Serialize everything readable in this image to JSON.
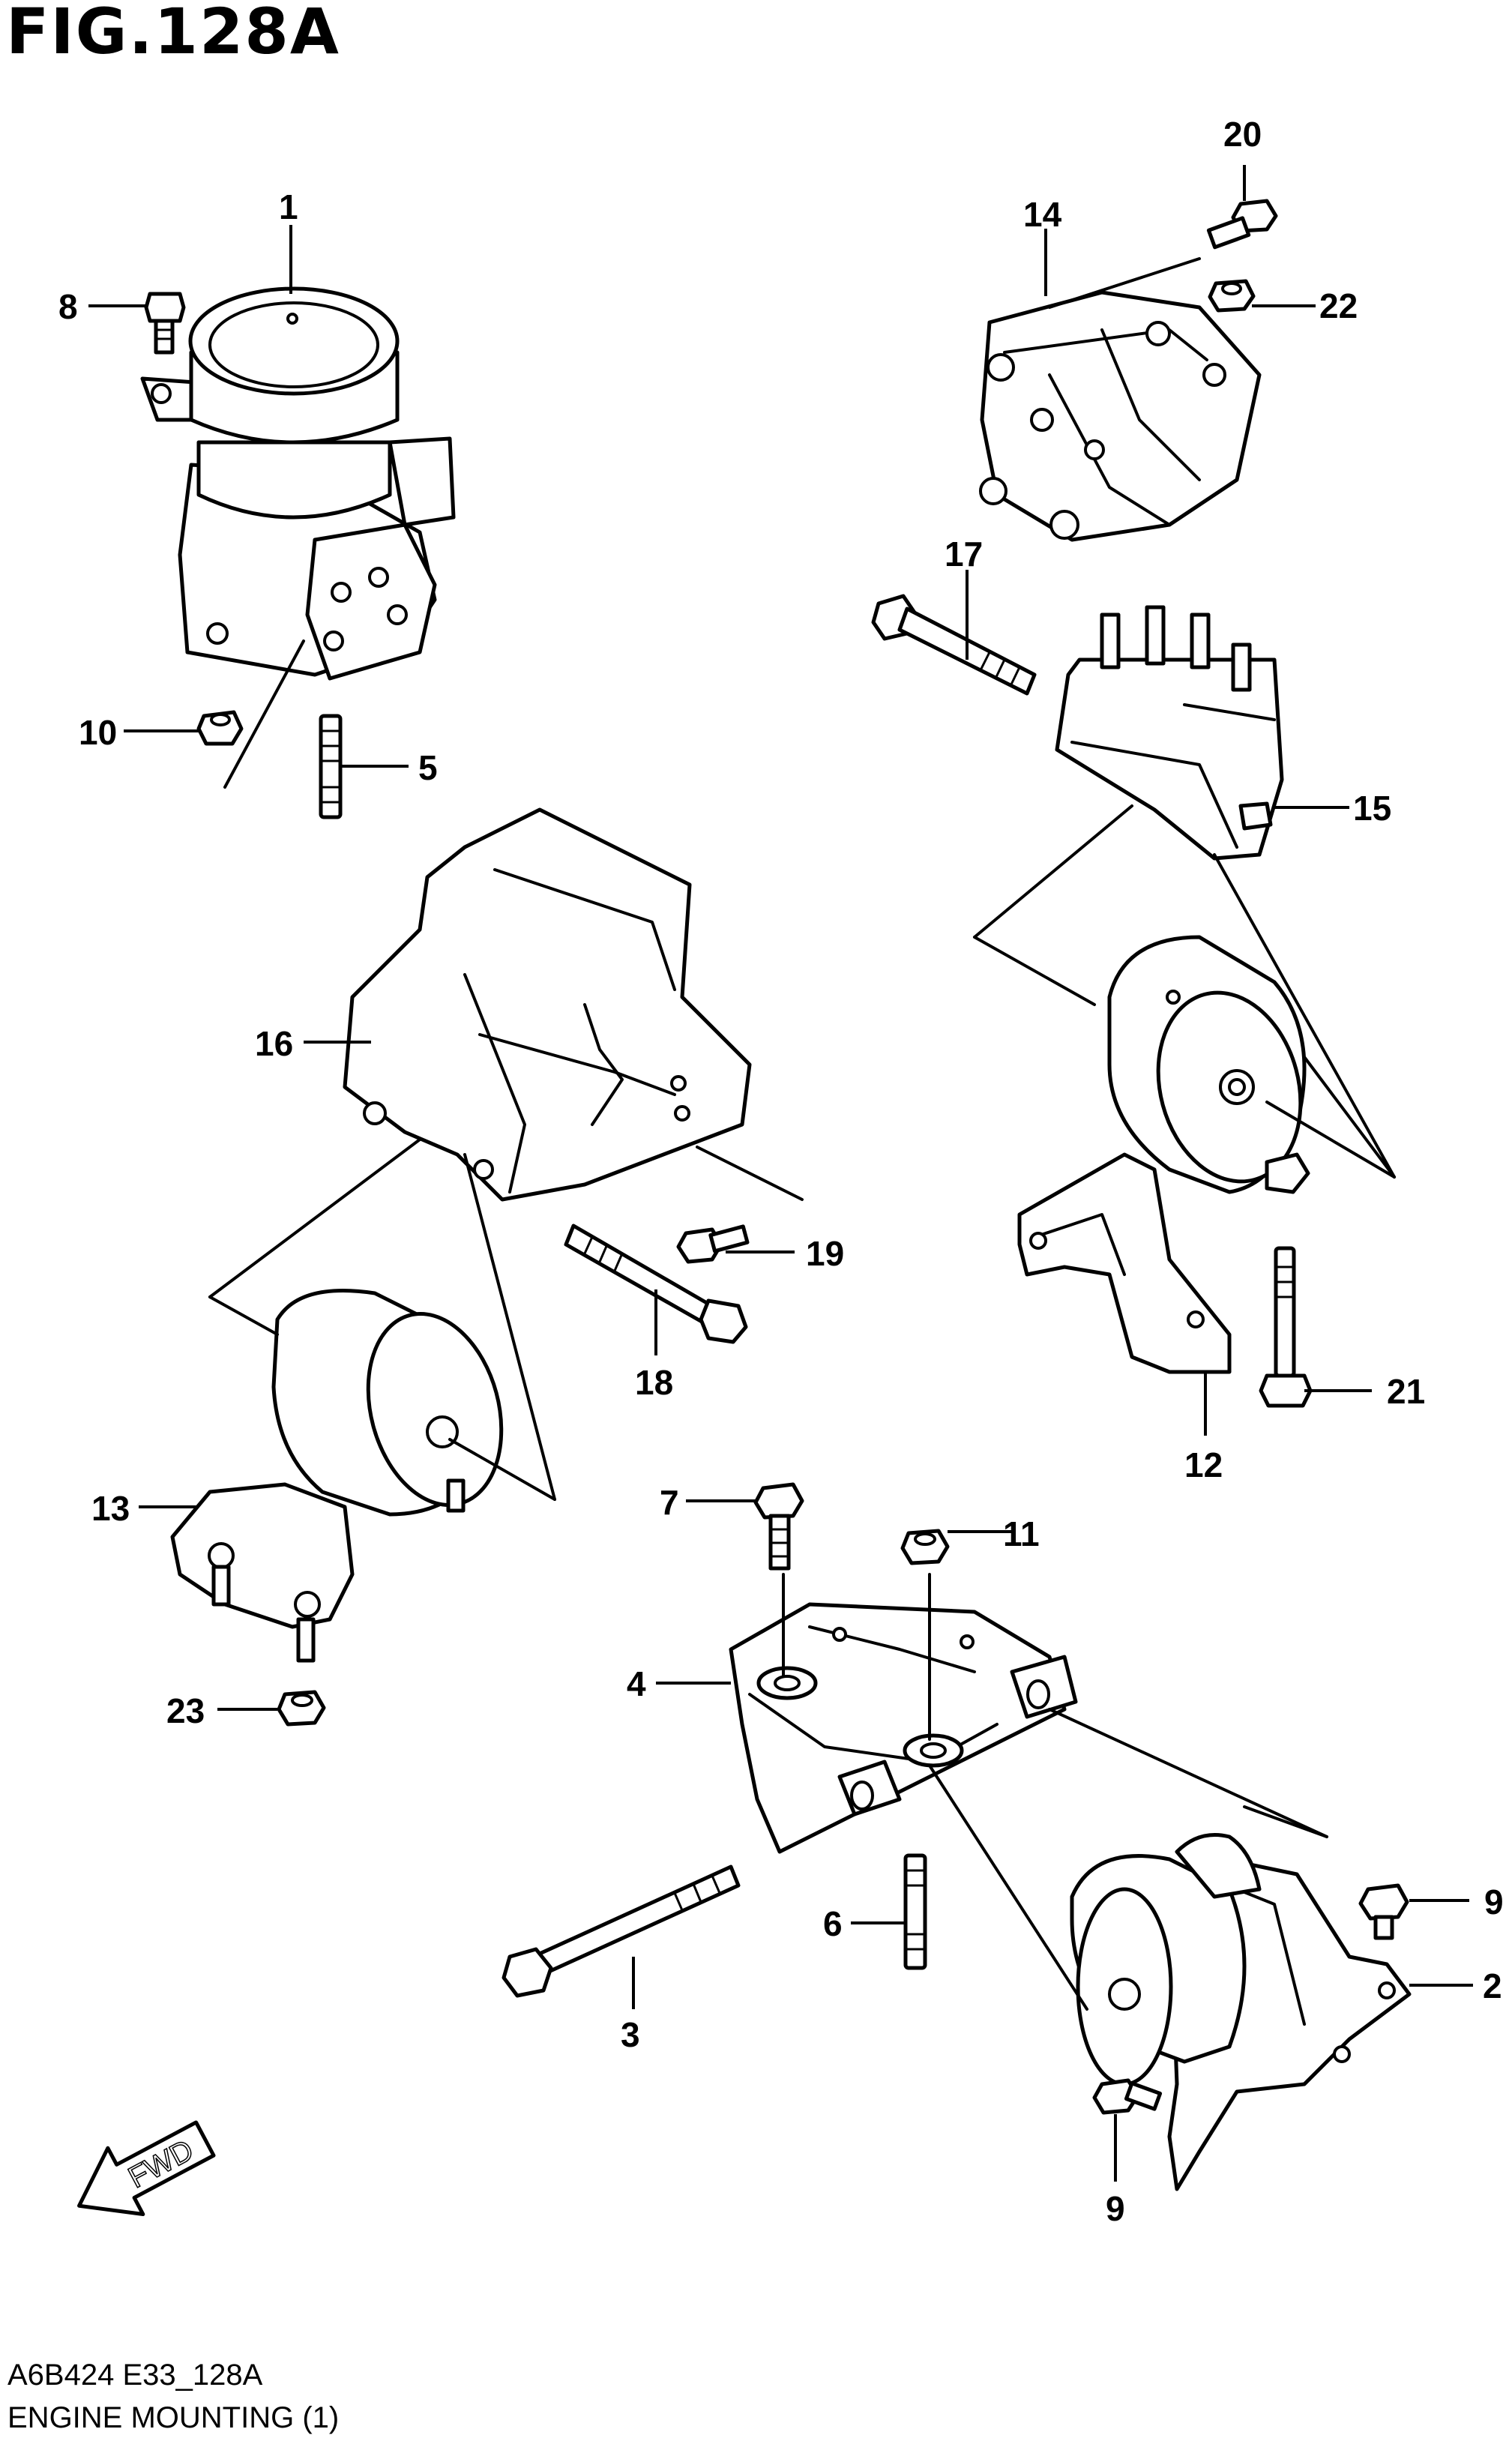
{
  "figure": {
    "title": "FIG.128A",
    "code": "A6B424 E33_128A",
    "caption": "ENGINE MOUNTING (1)"
  },
  "fwd_label": "FWD",
  "callouts": [
    "1",
    "2",
    "3",
    "4",
    "5",
    "6",
    "7",
    "8",
    "9",
    "9",
    "10",
    "11",
    "12",
    "13",
    "14",
    "15",
    "16",
    "17",
    "18",
    "19",
    "20",
    "21",
    "22",
    "23"
  ],
  "icons": {
    "fwd": "fwd-arrow-icon"
  }
}
